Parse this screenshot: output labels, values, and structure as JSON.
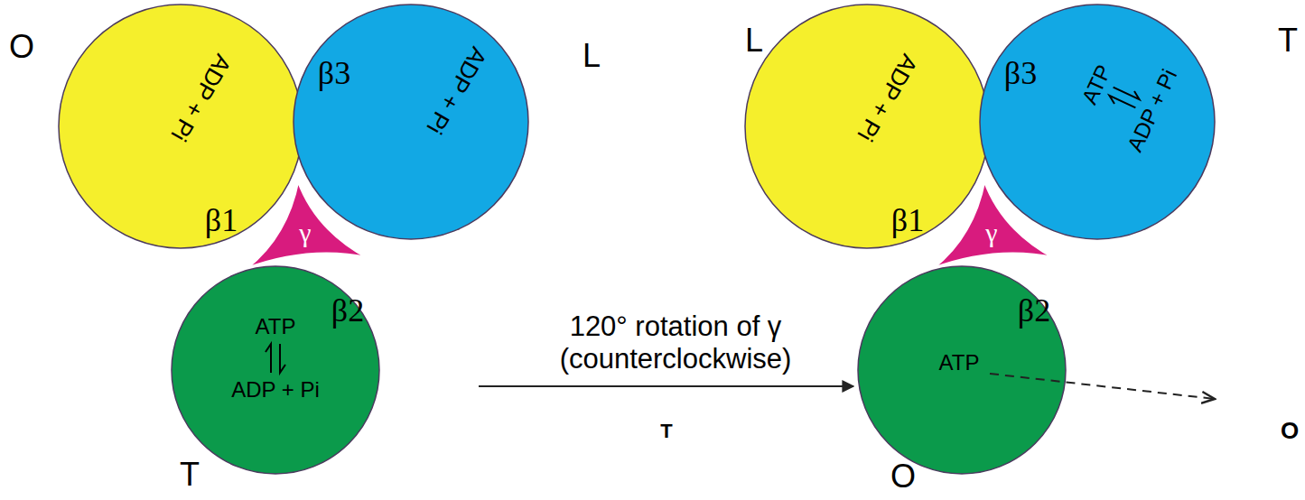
{
  "diagram": {
    "nodes": [
      {
        "text": [
          "ADP + Pi",
          "β1"
        ]
      },
      {
        "text": [
          "ADP + Pi",
          "β3"
        ]
      },
      {
        "text": [
          "γ"
        ]
      },
      {
        "text": [
          "ATP",
          "ADP + Pi",
          "β2"
        ]
      },
      {
        "text": [
          "ADP + Pi",
          "β1"
        ]
      },
      {
        "text": [
          "ATP",
          "ADP + Pi",
          "β3"
        ]
      },
      {
        "text": [
          "γ"
        ]
      },
      {
        "text": [
          "ATP",
          "β2"
        ]
      }
    ],
    "labels": [
      "O",
      "L",
      "T",
      "120° rotation of γ (counterclockwise)",
      "T",
      "L",
      "T",
      "O",
      "O"
    ]
  }
}
